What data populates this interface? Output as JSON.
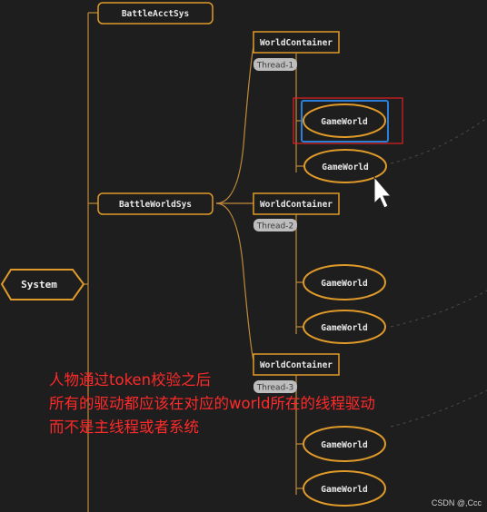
{
  "diagram": {
    "root": "System",
    "systems": [
      "BattleAcctSys",
      "BattleWorldSys"
    ],
    "containers": [
      {
        "label": "WorldContainer",
        "thread": "Thread-1",
        "worlds": [
          "GameWorld",
          "GameWorld"
        ]
      },
      {
        "label": "WorldContainer",
        "thread": "Thread-2",
        "worlds": [
          "GameWorld",
          "GameWorld"
        ]
      },
      {
        "label": "WorldContainer",
        "thread": "Thread-3",
        "worlds": [
          "GameWorld",
          "GameWorld"
        ]
      }
    ]
  },
  "annotation": {
    "lines": [
      "人物通过token校验之后",
      "所有的驱动都应该在对应的world所在的线程驱动",
      "而不是主线程或者系统"
    ]
  },
  "watermark": "CSDN @,Ccc",
  "colors": {
    "background": "#1e1e1e",
    "node_border": "#e09a2a",
    "edge": "#c08a3a",
    "thread_tag": "#bdbdbd",
    "highlight_red": "#e02020",
    "selection_blue": "#2a7fd8",
    "annotation_red": "#ff2a2a"
  }
}
